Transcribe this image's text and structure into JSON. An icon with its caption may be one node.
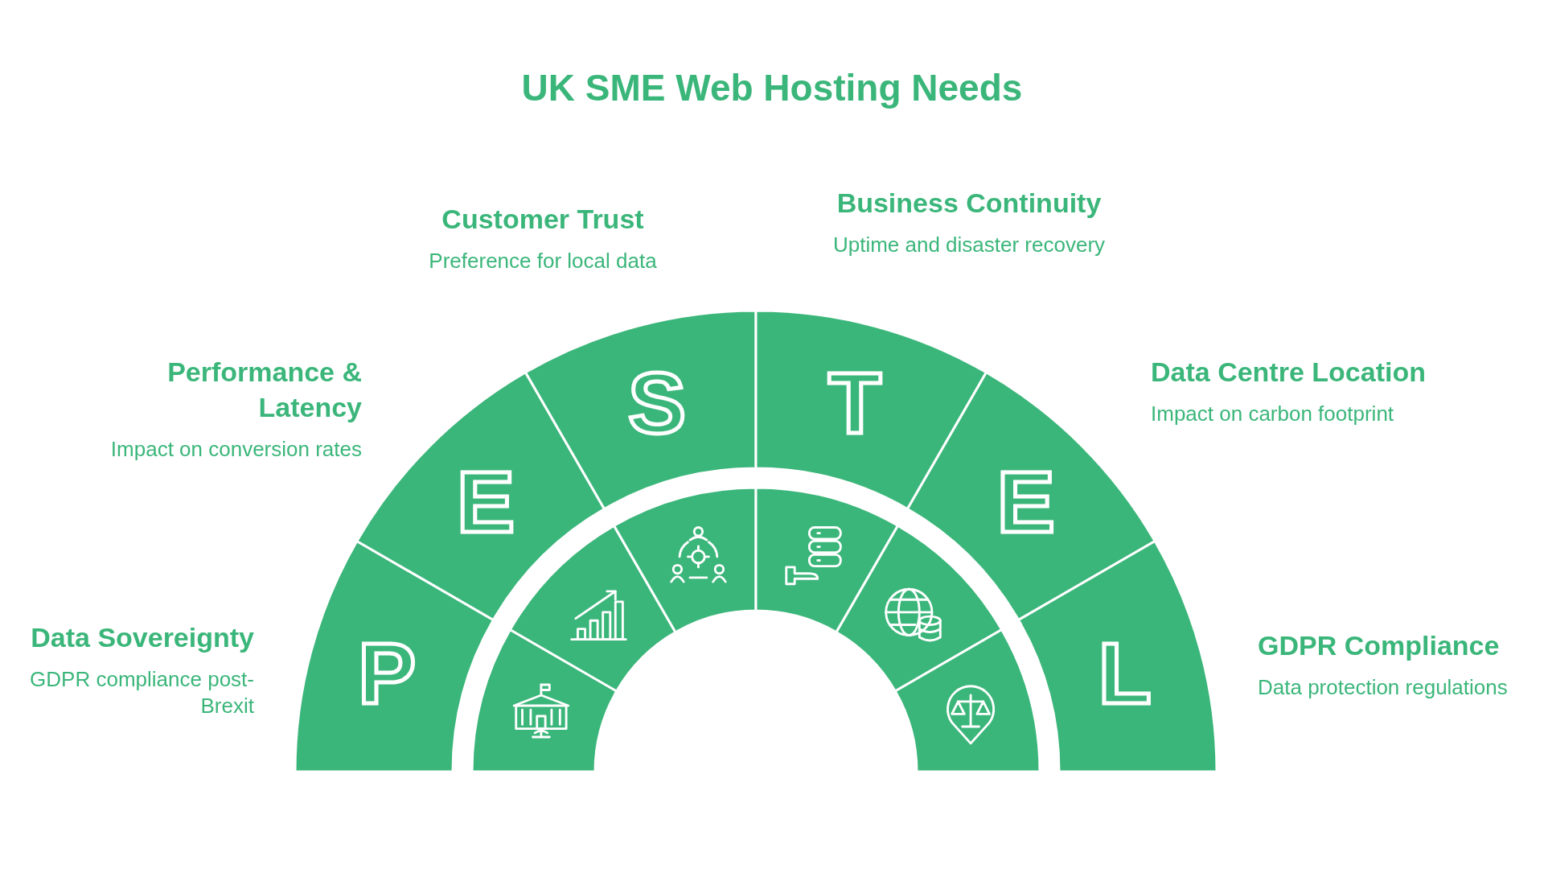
{
  "diagram": {
    "title": "UK SME Web Hosting Needs",
    "nodes": [
      {
        "text": [
          "P"
        ],
        "beside": [
          "Data Sovereignty",
          "GDPR compliance post-Brexit"
        ]
      },
      {
        "text": [
          "E"
        ],
        "beside": [
          "Performance & Latency",
          "Impact on conversion rates"
        ]
      },
      {
        "text": [
          "S"
        ],
        "beside": [
          "Customer Trust",
          "Preference for local data"
        ]
      },
      {
        "text": [
          "T"
        ],
        "beside": [
          "Business Continuity",
          "Uptime and disaster recovery"
        ]
      },
      {
        "text": [
          "E"
        ],
        "beside": [
          "Data Centre Location",
          "Impact on carbon footprint"
        ]
      },
      {
        "text": [
          "L"
        ],
        "beside": [
          "GDPR Compliance",
          "Data protection regulations"
        ]
      },
      {
        "text": [],
        "shape": "picture"
      },
      {
        "text": [],
        "shape": "picture"
      },
      {
        "text": [],
        "shape": "picture"
      },
      {
        "text": [],
        "shape": "picture"
      },
      {
        "text": [],
        "shape": "picture"
      },
      {
        "text": [],
        "shape": "picture"
      }
    ]
  }
}
